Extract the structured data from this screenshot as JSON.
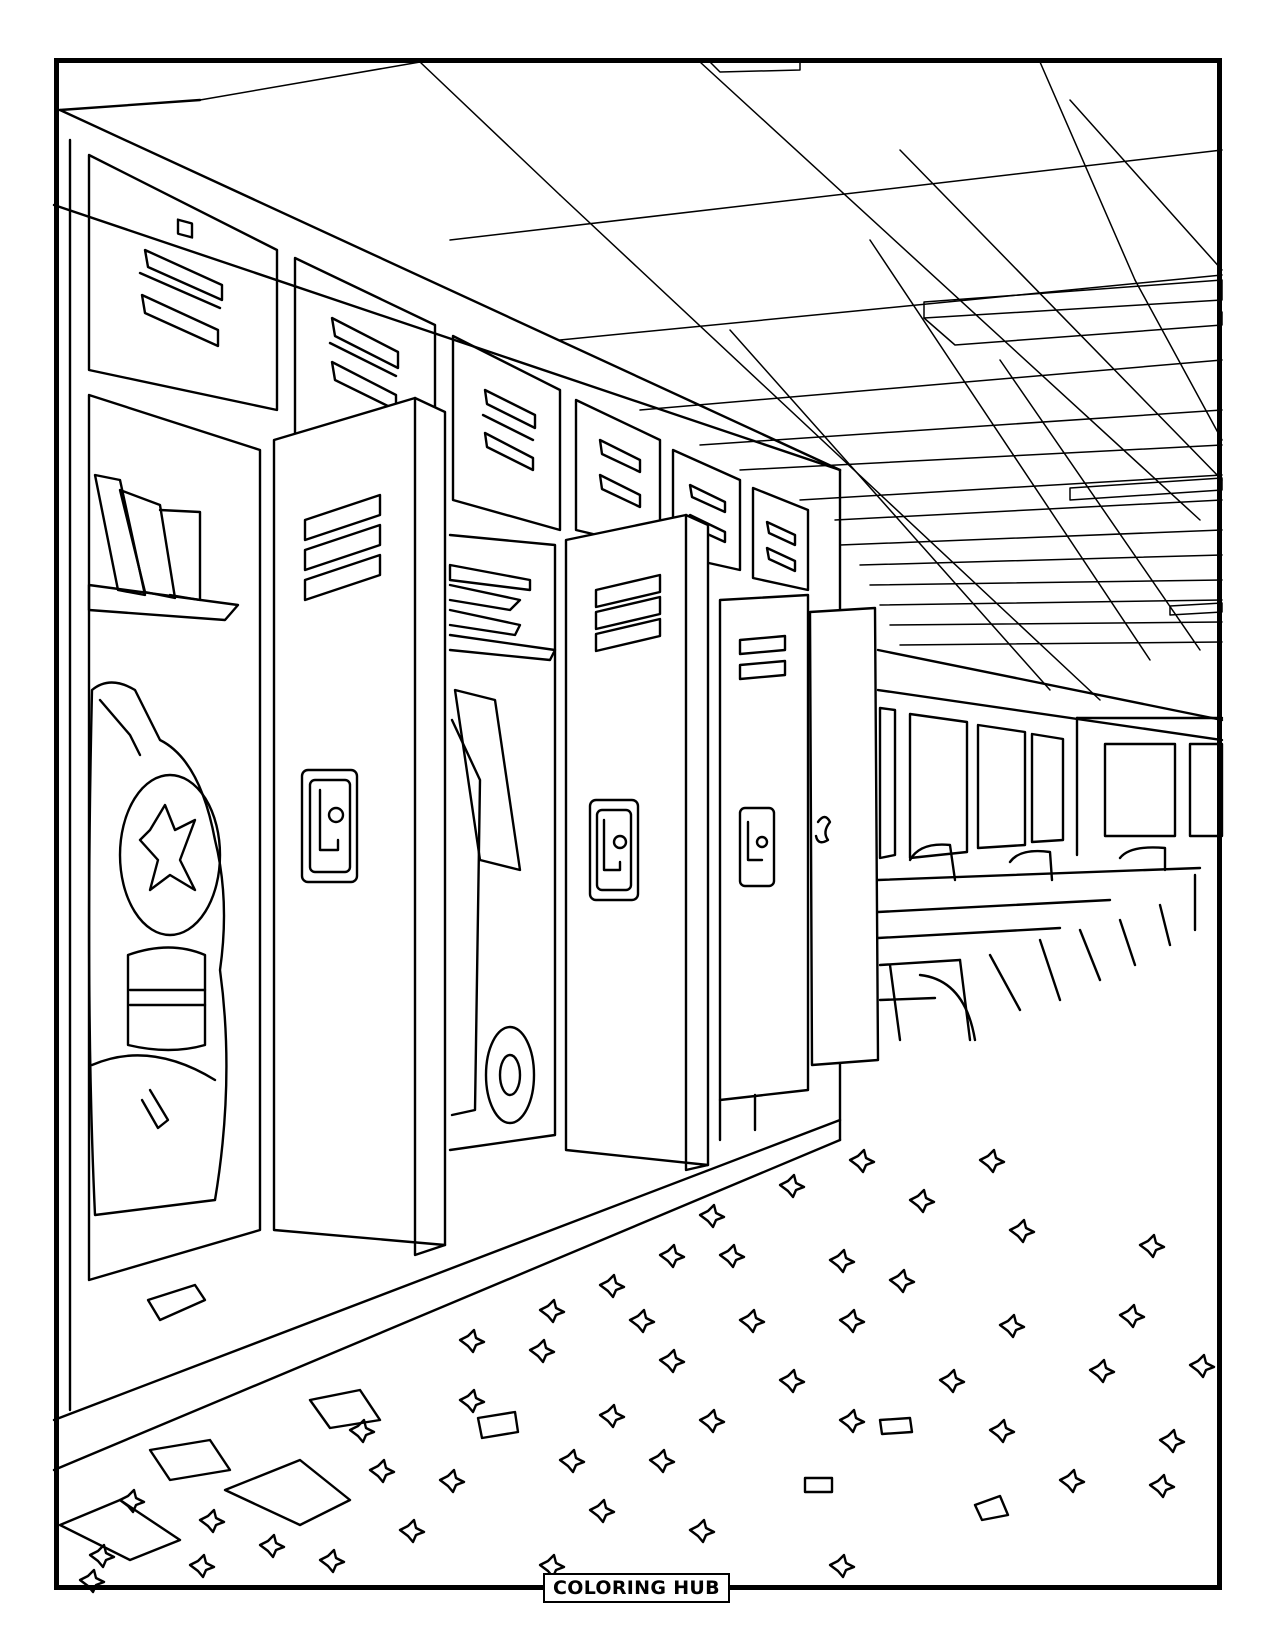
{
  "page": {
    "type": "coloring-page",
    "scene": "school hallway with lockers and classroom",
    "colors": {
      "line": "#000000",
      "background": "#ffffff"
    }
  },
  "footer": {
    "brand_label": "COLORING HUB"
  },
  "scene_elements": {
    "lockers": {
      "upper_doors": 6,
      "open_doors": 4,
      "items": [
        "backpack",
        "books",
        "papers",
        "scooter"
      ]
    },
    "classroom": {
      "windows": 4,
      "whiteboard": 1,
      "desks": "rows of desks and chairs"
    },
    "ceiling": "tiled drop ceiling with light fixtures",
    "floor": "scattered paper scraps and confetti"
  }
}
